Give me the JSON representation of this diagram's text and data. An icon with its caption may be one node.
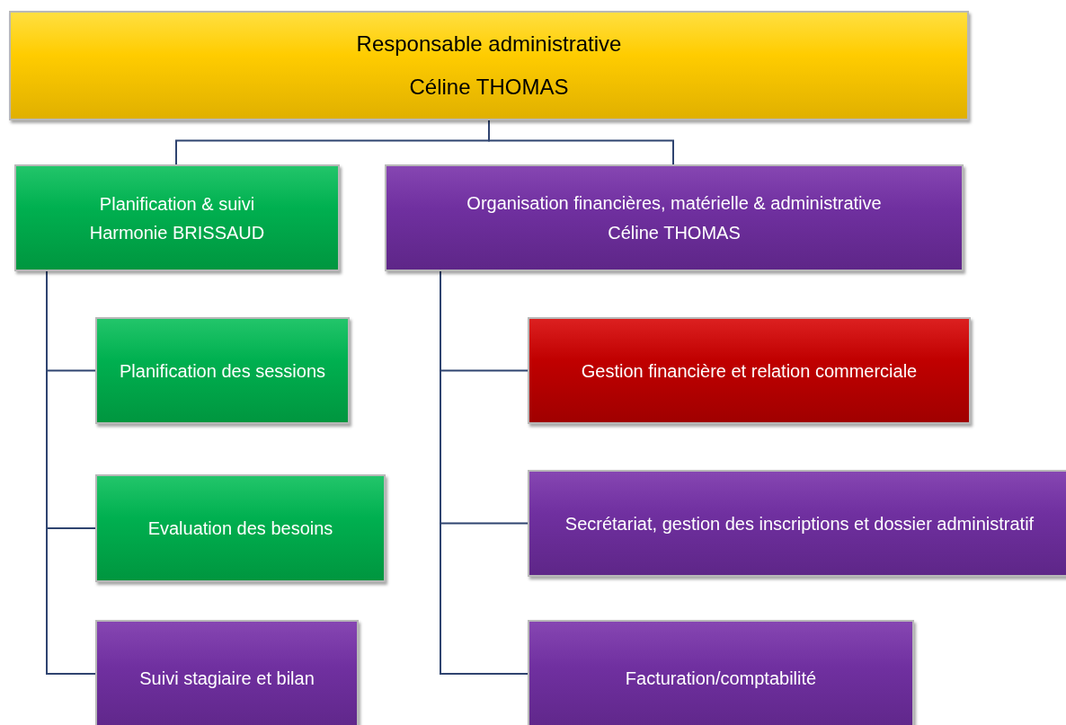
{
  "diagram": {
    "nodes": [
      {
        "text": [
          "Responsable administrative",
          "Céline THOMAS"
        ]
      },
      {
        "text": [
          "Planification & suivi",
          "Harmonie BRISSAUD"
        ]
      },
      {
        "text": [
          "Organisation financières, matérielle & administrative",
          "Céline THOMAS"
        ]
      },
      {
        "text": [
          "Planification des sessions"
        ]
      },
      {
        "text": [
          "Evaluation des besoins"
        ]
      },
      {
        "text": [
          "Suivi stagiaire et bilan"
        ]
      },
      {
        "text": [
          "Gestion financière et relation commerciale"
        ]
      },
      {
        "text": [
          "Secrétariat, gestion des inscriptions et dossier administratif"
        ]
      },
      {
        "text": [
          "Facturation/comptabilité"
        ]
      }
    ],
    "edges": [
      {
        "from": 0,
        "to": 1,
        "arrow": "none"
      },
      {
        "from": 0,
        "to": 2,
        "arrow": "none"
      },
      {
        "from": 1,
        "to": 3,
        "arrow": "none"
      },
      {
        "from": 1,
        "to": 4,
        "arrow": "none"
      },
      {
        "from": 1,
        "to": 5,
        "arrow": "none"
      },
      {
        "from": 2,
        "to": 6,
        "arrow": "none"
      },
      {
        "from": 2,
        "to": 7,
        "arrow": "none"
      },
      {
        "from": 2,
        "to": 8,
        "arrow": "none"
      }
    ]
  }
}
